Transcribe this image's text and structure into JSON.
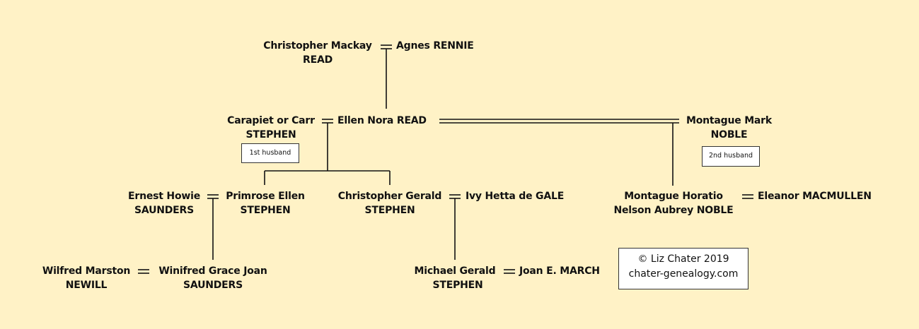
{
  "diagram": {
    "title": "Family tree: READ / STEPHEN / NOBLE",
    "people": {
      "christopher_mackay_read": {
        "line1": "Christopher Mackay",
        "line2": "READ"
      },
      "agnes_rennie": {
        "line1": "Agnes RENNIE"
      },
      "carapiet_stephen": {
        "line1": "Carapiet or Carr",
        "line2": "STEPHEN"
      },
      "ellen_nora_read": {
        "line1": "Ellen Nora READ"
      },
      "montague_mark_noble": {
        "line1": "Montague Mark",
        "line2": "NOBLE"
      },
      "ernest_howie_saunders": {
        "line1": "Ernest Howie",
        "line2": "SAUNDERS"
      },
      "primrose_ellen_stephen": {
        "line1": "Primrose Ellen",
        "line2": "STEPHEN"
      },
      "christopher_gerald_stephen": {
        "line1": "Christopher Gerald",
        "line2": "STEPHEN"
      },
      "ivy_hetta_de_gale": {
        "line1": "Ivy Hetta de GALE"
      },
      "montague_horatio_noble": {
        "line1": "Montague Horatio",
        "line2": "Nelson Aubrey NOBLE"
      },
      "eleanor_macmullen": {
        "line1": "Eleanor MACMULLEN"
      },
      "wilfred_marston_newill": {
        "line1": "Wilfred Marston",
        "line2": "NEWILL"
      },
      "winifred_grace_joan_saunders": {
        "line1": "Winifred Grace Joan",
        "line2": "SAUNDERS"
      },
      "michael_gerald_stephen": {
        "line1": "Michael Gerald",
        "line2": "STEPHEN"
      },
      "joan_e_march": {
        "line1": "Joan E. MARCH"
      }
    },
    "notes": {
      "first_husband": "1st husband",
      "second_husband": "2nd husband"
    },
    "copyright": {
      "line1": "© Liz Chater 2019",
      "line2": "chater-genealogy.com"
    },
    "colors": {
      "background": "#fff2c6",
      "line": "#111111",
      "box": "#ffffff"
    }
  }
}
